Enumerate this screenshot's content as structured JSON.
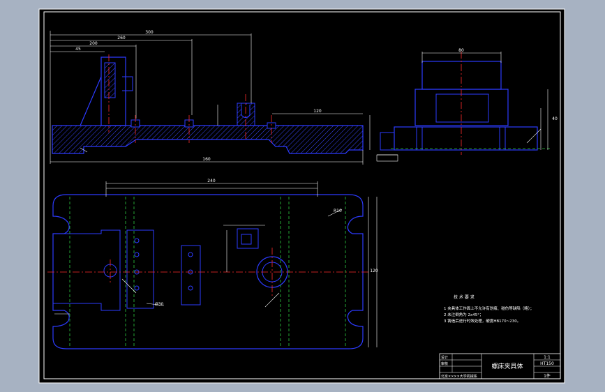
{
  "notes": {
    "heading": "技 术 要 求",
    "items": [
      "1  夹具体工作面上不允许有划痕、碰伤等缺陷（略）；",
      "2  未注倒角为 2x45°；",
      "3  铸造后进行时效处理，硬度HB170~230。"
    ]
  },
  "title_block": {
    "part_name": "螺床夹具体",
    "scale": "1:1",
    "material": "HT150",
    "quantity": "1件",
    "designer_label": "设计",
    "checker_label": "审核",
    "school": "北京××××大学机械系"
  },
  "dims": {
    "top_overall": "300",
    "top_sub1": "260",
    "top_sub2": "200",
    "top_sub3": "45",
    "top_sub4": "120",
    "side_total": "160",
    "plan_width": "240",
    "plan_height": "120",
    "radius": "R10",
    "hole_dia": "Ø30",
    "side_depth": "80",
    "side_h": "40"
  },
  "colors": {
    "outline": "#2c3bff",
    "center_line": "#ff2b2b",
    "hidden_line": "#2ecc40",
    "dimension": "#ffffff",
    "hatch": "#3a47ff",
    "frame": "#ffffff"
  }
}
